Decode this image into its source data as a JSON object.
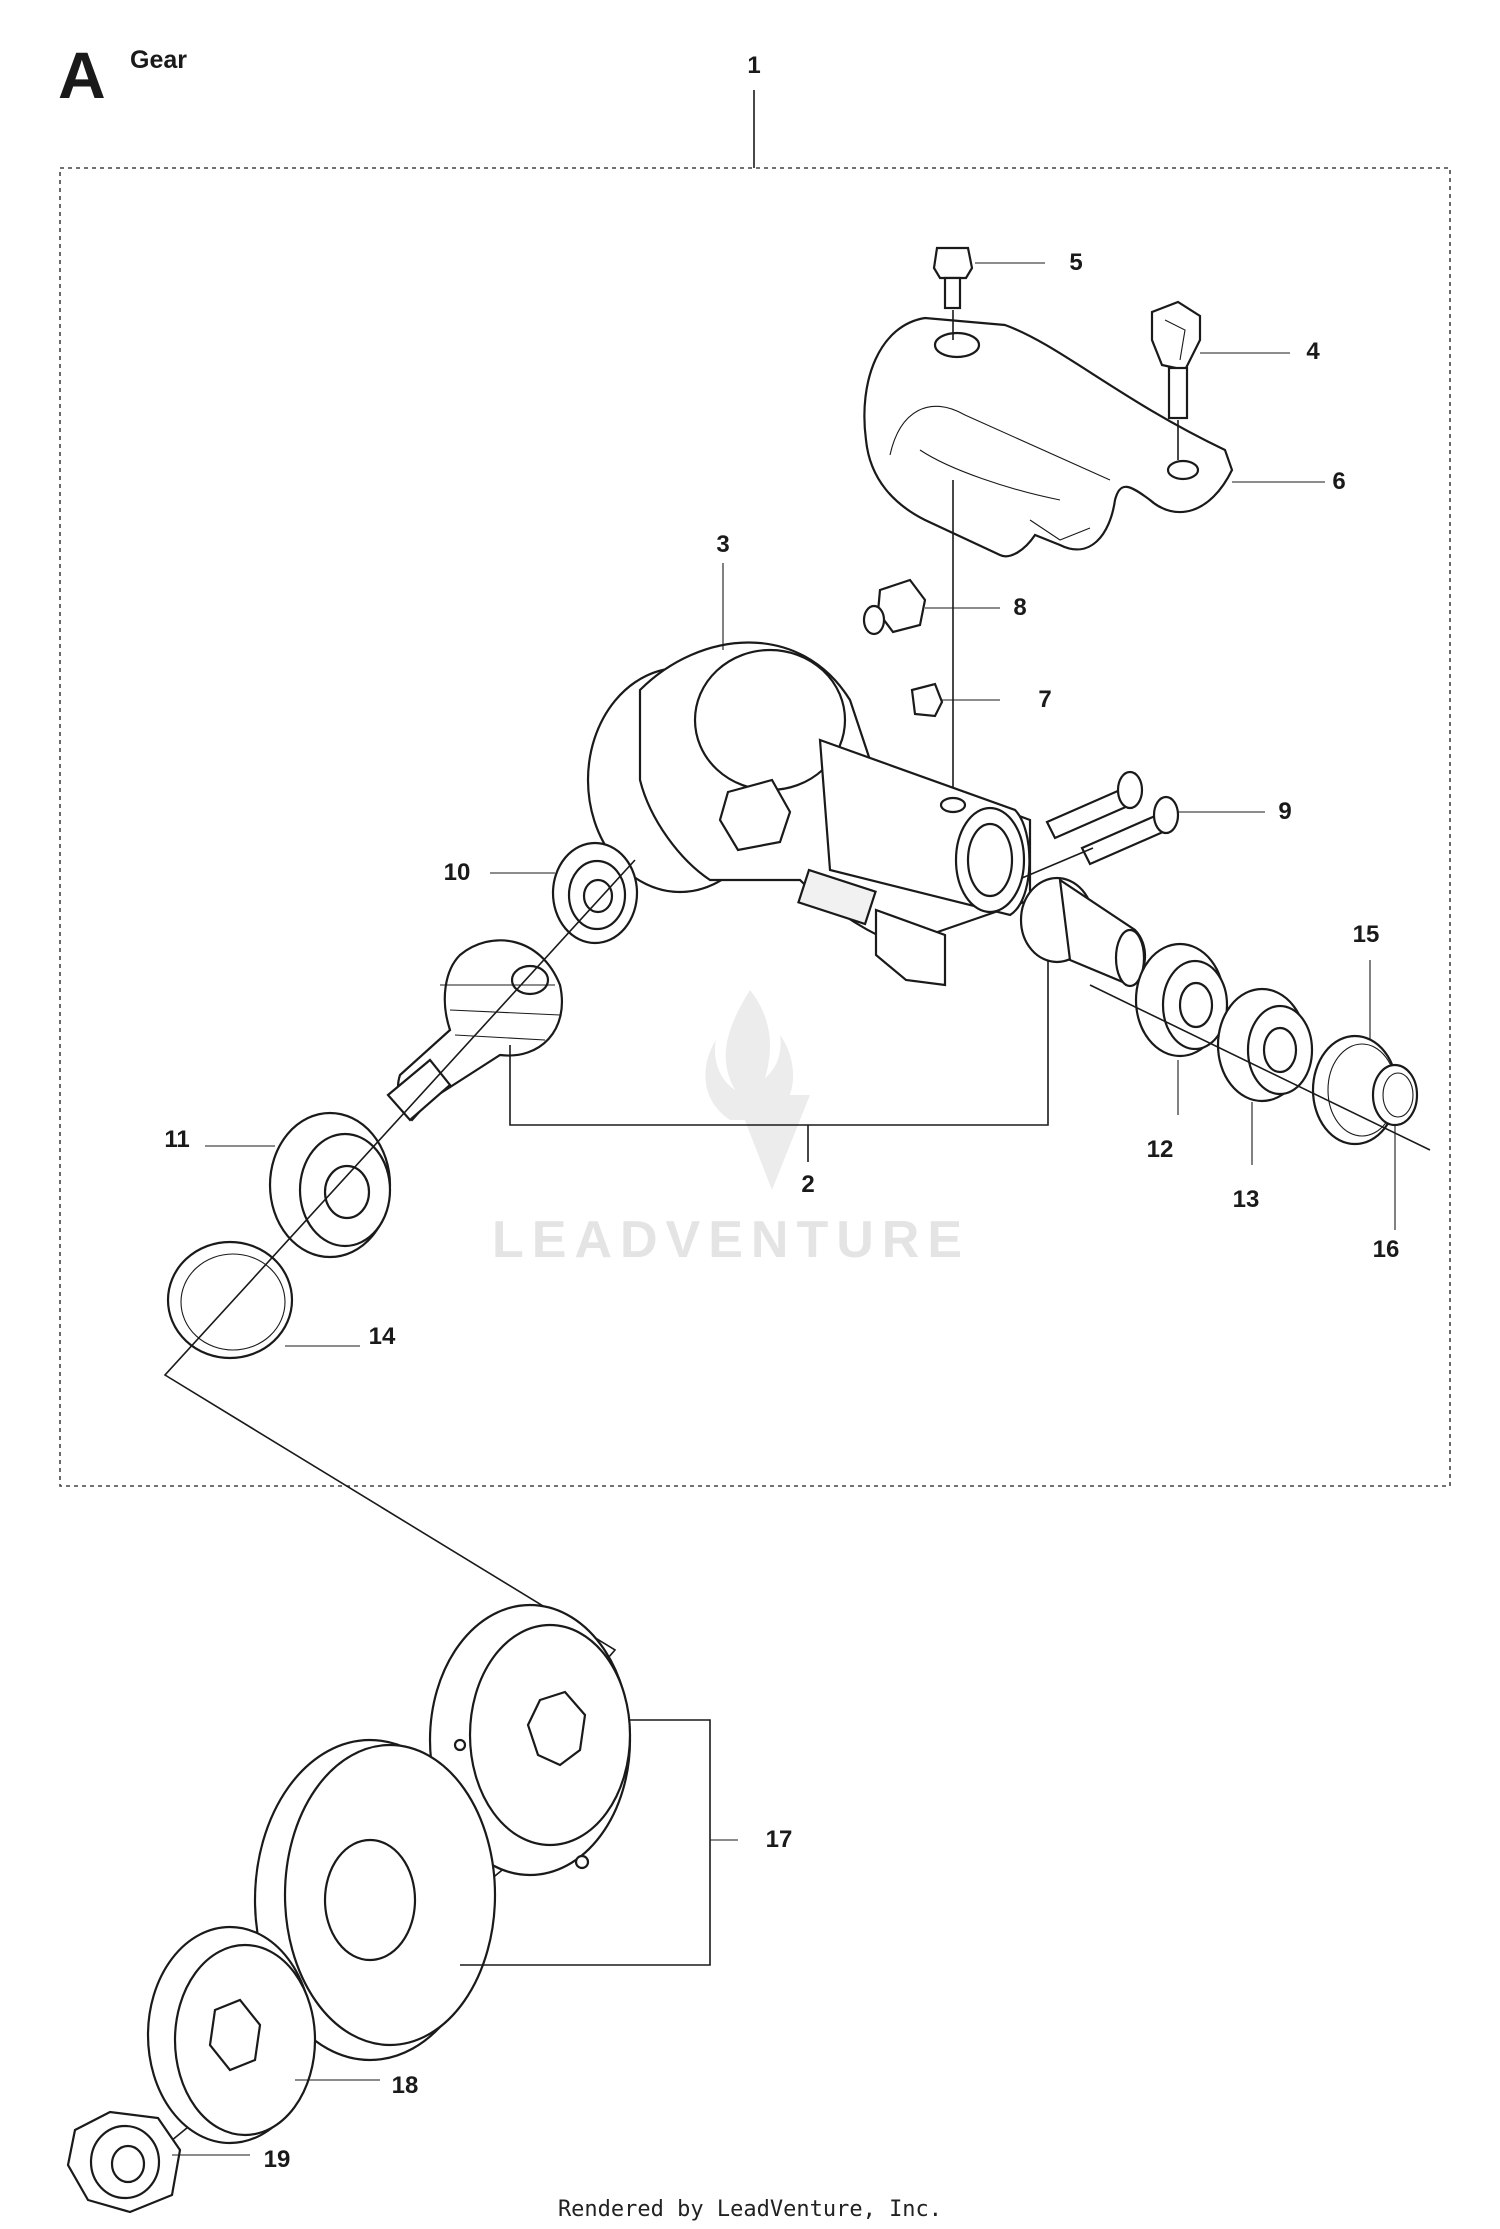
{
  "section": {
    "letter": "A",
    "title": "Gear"
  },
  "callouts": [
    {
      "id": "c1",
      "label": "1"
    },
    {
      "id": "c2",
      "label": "2"
    },
    {
      "id": "c3",
      "label": "3"
    },
    {
      "id": "c4",
      "label": "4"
    },
    {
      "id": "c5",
      "label": "5"
    },
    {
      "id": "c6",
      "label": "6"
    },
    {
      "id": "c7",
      "label": "7"
    },
    {
      "id": "c8",
      "label": "8"
    },
    {
      "id": "c9",
      "label": "9"
    },
    {
      "id": "c10",
      "label": "10"
    },
    {
      "id": "c11",
      "label": "11"
    },
    {
      "id": "c12",
      "label": "12"
    },
    {
      "id": "c13",
      "label": "13"
    },
    {
      "id": "c14",
      "label": "14"
    },
    {
      "id": "c15",
      "label": "15"
    },
    {
      "id": "c16",
      "label": "16"
    },
    {
      "id": "c17",
      "label": "17"
    },
    {
      "id": "c18",
      "label": "18"
    },
    {
      "id": "c19",
      "label": "19"
    }
  ],
  "watermark": "LEADVENTURE",
  "footer": "Rendered by LeadVenture, Inc."
}
